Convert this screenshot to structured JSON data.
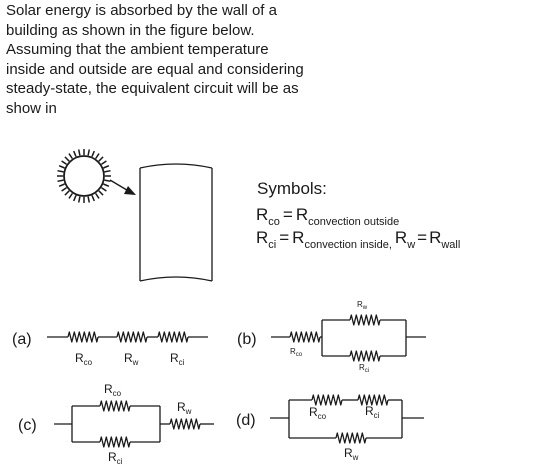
{
  "question": {
    "lines": [
      "Solar energy is absorbed by the wall of a",
      "building as shown in the figure below.",
      "Assuming that the ambient temperature",
      "inside and outside are equal and considering",
      "steady-state, the equivalent circuit will be as",
      "show in"
    ]
  },
  "symbols": {
    "heading": "Symbols:",
    "row1": {
      "R": "R",
      "sub_co": "co",
      "eq": "=",
      "sub_conv_out": "convection outside"
    },
    "row2": {
      "R": "R",
      "sub_ci": "ci",
      "eq": "=",
      "sub_conv_in": "convection inside,",
      "sub_w": "w",
      "sub_wall": "wall"
    }
  },
  "options": {
    "a": {
      "tag": "(a)",
      "labels": [
        "R",
        "co",
        "R",
        "w",
        "R",
        "ci"
      ]
    },
    "b": {
      "tag": "(b)",
      "labels": [
        "R",
        "w",
        "R",
        "co",
        "R",
        "ci"
      ]
    },
    "c": {
      "tag": "(c)",
      "labels": [
        "R",
        "co",
        "R",
        "w",
        "R",
        "ci"
      ]
    },
    "d": {
      "tag": "(d)",
      "labels": [
        "R",
        "co",
        "R",
        "ci",
        "R",
        "w"
      ]
    }
  },
  "colors": {
    "ink": "#1a1a1a",
    "background": "#ffffff"
  }
}
